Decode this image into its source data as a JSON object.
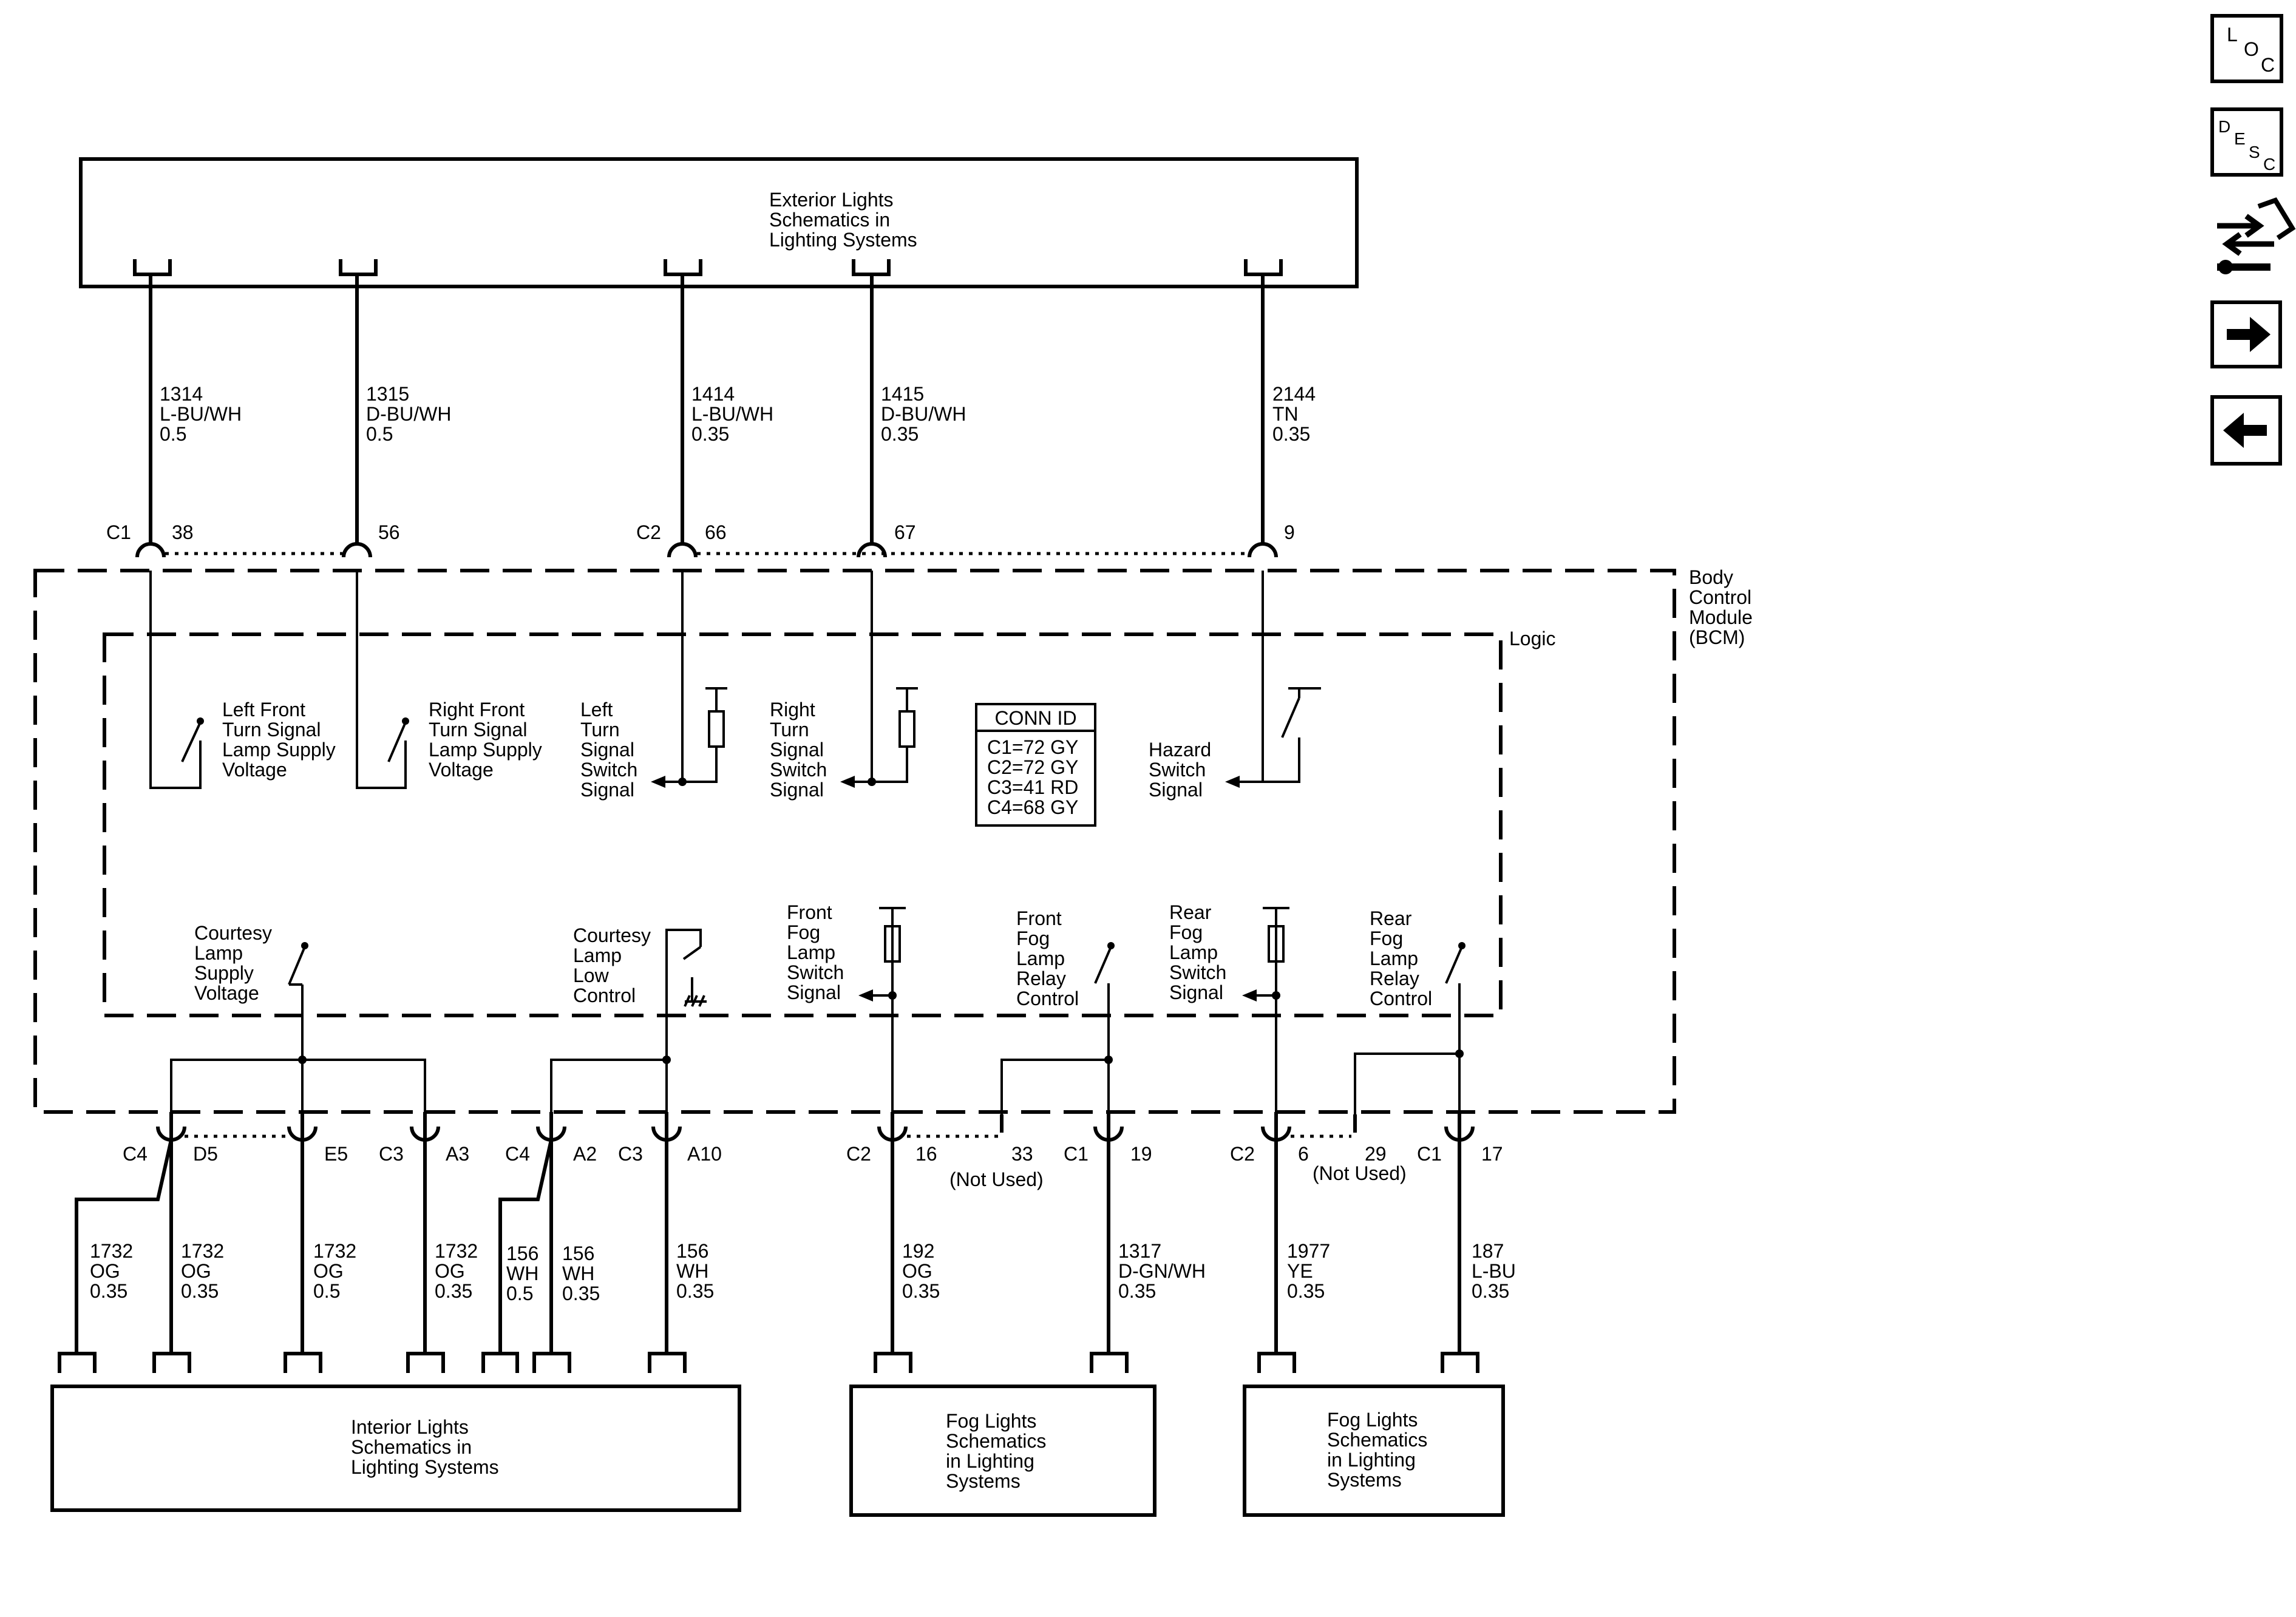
{
  "boxes": {
    "exterior": [
      "Exterior Lights",
      "Schematics in",
      "Lighting Systems"
    ],
    "interior": [
      "Interior Lights",
      "Schematics in",
      "Lighting Systems"
    ],
    "fog1": [
      "Fog Lights",
      "Schematics",
      "in Lighting",
      "Systems"
    ],
    "fog2": [
      "Fog Lights",
      "Schematics",
      "in Lighting",
      "Systems"
    ]
  },
  "bcm_label": [
    "Body",
    "Control",
    "Module",
    "(BCM)"
  ],
  "logic_label": "Logic",
  "conn_id": {
    "title": "CONN ID",
    "rows": [
      "C1=72 GY",
      "C2=72 GY",
      "C3=41 RD",
      "C4=68 GY"
    ]
  },
  "top_wires": [
    {
      "circuit": "1314",
      "color": "L-BU/WH",
      "size": "0.5",
      "conn": "C1",
      "pin": "38"
    },
    {
      "circuit": "1315",
      "color": "D-BU/WH",
      "size": "0.5",
      "conn": "",
      "pin": "56"
    },
    {
      "circuit": "1414",
      "color": "L-BU/WH",
      "size": "0.35",
      "conn": "C2",
      "pin": "66"
    },
    {
      "circuit": "1415",
      "color": "D-BU/WH",
      "size": "0.35",
      "conn": "",
      "pin": "67"
    },
    {
      "circuit": "2144",
      "color": "TN",
      "size": "0.35",
      "conn": "",
      "pin": "9"
    }
  ],
  "upper_functions": [
    [
      "Left Front",
      "Turn Signal",
      "Lamp Supply",
      "Voltage"
    ],
    [
      "Right Front",
      "Turn Signal",
      "Lamp Supply",
      "Voltage"
    ],
    [
      "Left",
      "Turn",
      "Signal",
      "Switch",
      "Signal"
    ],
    [
      "Right",
      "Turn",
      "Signal",
      "Switch",
      "Signal"
    ],
    [
      "Hazard",
      "Switch",
      "Signal"
    ]
  ],
  "lower_functions": [
    [
      "Courtesy",
      "Lamp",
      "Supply",
      "Voltage"
    ],
    [
      "Courtesy",
      "Lamp",
      "Low",
      "Control"
    ],
    [
      "Front",
      "Fog",
      "Lamp",
      "Switch",
      "Signal"
    ],
    [
      "Front",
      "Fog",
      "Lamp",
      "Relay",
      "Control"
    ],
    [
      "Rear",
      "Fog",
      "Lamp",
      "Switch",
      "Signal"
    ],
    [
      "Rear",
      "Fog",
      "Lamp",
      "Relay",
      "Control"
    ]
  ],
  "bottom_connectors": [
    {
      "conn": "C4",
      "pin": "D5"
    },
    {
      "conn": "",
      "pin": "E5"
    },
    {
      "conn": "C3",
      "pin": "A3"
    },
    {
      "conn": "C4",
      "pin": "A2"
    },
    {
      "conn": "C3",
      "pin": "A10"
    },
    {
      "conn": "C2",
      "pin": "16"
    },
    {
      "conn": "",
      "pin": "33"
    },
    {
      "conn": "C1",
      "pin": "19"
    },
    {
      "conn": "C2",
      "pin": "6"
    },
    {
      "conn": "",
      "pin": "29"
    },
    {
      "conn": "C1",
      "pin": "17"
    }
  ],
  "not_used": [
    "(Not Used)",
    "(Not Used)"
  ],
  "bottom_wires": [
    {
      "circuit": "1732",
      "color": "OG",
      "size": "0.35"
    },
    {
      "circuit": "1732",
      "color": "OG",
      "size": "0.35"
    },
    {
      "circuit": "1732",
      "color": "OG",
      "size": "0.5"
    },
    {
      "circuit": "1732",
      "color": "OG",
      "size": "0.35"
    },
    {
      "circuit": "156",
      "color": "WH",
      "size": "0.5"
    },
    {
      "circuit": "156",
      "color": "WH",
      "size": "0.35"
    },
    {
      "circuit": "156",
      "color": "WH",
      "size": "0.35"
    },
    {
      "circuit": "192",
      "color": "OG",
      "size": "0.35"
    },
    {
      "circuit": "1317",
      "color": "D-GN/WH",
      "size": "0.35"
    },
    {
      "circuit": "1977",
      "color": "YE",
      "size": "0.35"
    },
    {
      "circuit": "187",
      "color": "L-BU",
      "size": "0.35"
    }
  ],
  "nav_icons": [
    {
      "name": "loc-icon",
      "letters": [
        "L",
        "O",
        "C"
      ]
    },
    {
      "name": "desc-icon",
      "letters": [
        "D",
        "E",
        "S",
        "C"
      ]
    },
    {
      "name": "connector-repair-icon"
    },
    {
      "name": "next-page-arrow-icon"
    },
    {
      "name": "previous-page-arrow-icon"
    }
  ]
}
